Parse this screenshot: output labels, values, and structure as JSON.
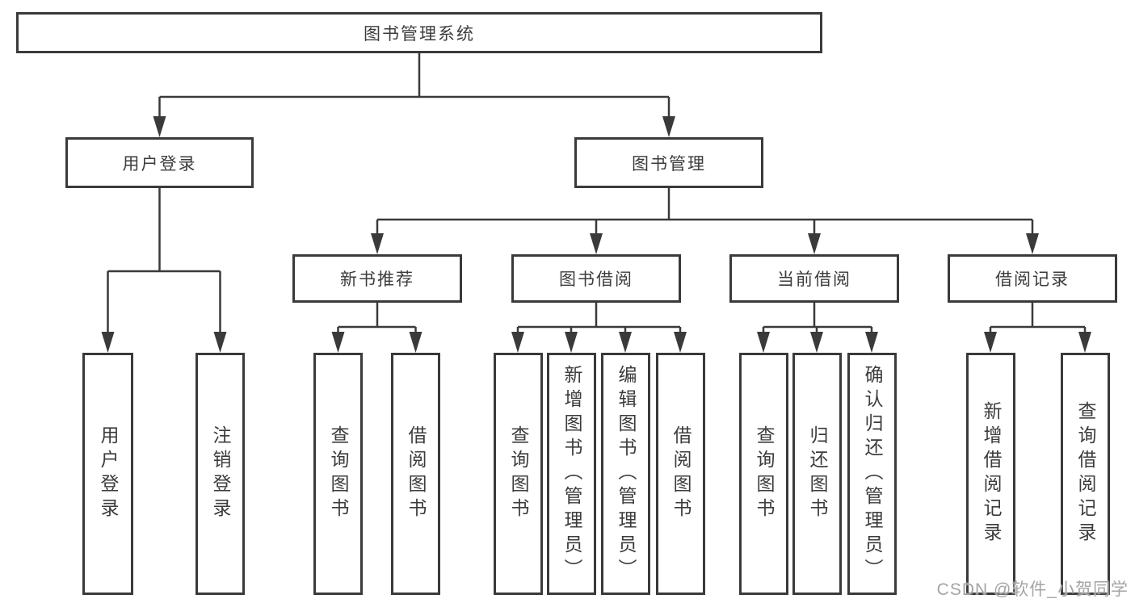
{
  "diagram": {
    "root": {
      "label": "图书管理系统"
    },
    "level2": [
      {
        "label": "用户登录"
      },
      {
        "label": "图书管理"
      }
    ],
    "level3": [
      {
        "label": "新书推荐"
      },
      {
        "label": "图书借阅"
      },
      {
        "label": "当前借阅"
      },
      {
        "label": "借阅记录"
      }
    ],
    "leaves": {
      "user_login": [
        "用户登录",
        "注销登录"
      ],
      "new_book": [
        "查询图书",
        "借阅图书"
      ],
      "borrow": [
        "查询图书",
        "新增图书（管理员）",
        "编辑图书（管理员）",
        "借阅图书"
      ],
      "current": [
        "查询图书",
        "归还图书",
        "确认归还（管理员）"
      ],
      "records": [
        "新增借阅记录",
        "查询借阅记录"
      ]
    }
  },
  "watermark": "CSDN @软件_小贺同学",
  "colors": {
    "line": "#3a3a3a",
    "text": "#3c3c3c",
    "watermark": "#a4a4a4",
    "background": "#ffffff"
  }
}
